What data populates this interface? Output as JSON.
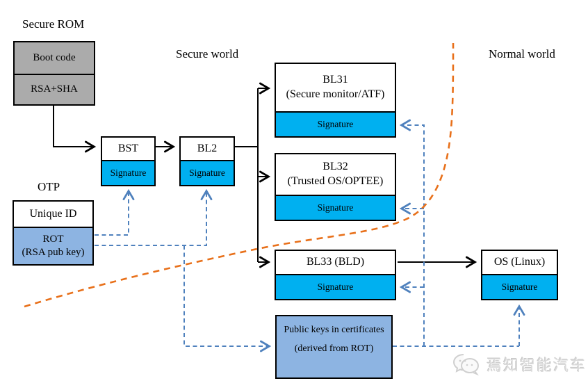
{
  "labels": {
    "secure_rom": "Secure ROM",
    "secure_world": "Secure world",
    "normal_world": "Normal world",
    "otp": "OTP"
  },
  "secure_rom_box": {
    "boot_code": "Boot code",
    "rsa_sha": "RSA+SHA"
  },
  "bst": {
    "title": "BST",
    "signature": "Signature"
  },
  "bl2": {
    "title": "BL2",
    "signature": "Signature"
  },
  "bl31": {
    "title": "BL31",
    "subtitle": "(Secure monitor/ATF)",
    "signature": "Signature"
  },
  "bl32": {
    "title": "BL32",
    "subtitle": "(Trusted OS/OPTEE)",
    "signature": "Signature"
  },
  "bl33": {
    "title": "BL33 (BLD)",
    "signature": "Signature"
  },
  "os": {
    "title": "OS (Linux)",
    "signature": "Signature"
  },
  "otp_box": {
    "unique_id": "Unique ID",
    "rot": "ROT",
    "rot_sub": "(RSA pub key)"
  },
  "public_keys_box": {
    "line1": "Public keys in certificates",
    "line2": "(derived from ROT)"
  },
  "watermark": {
    "text": "焉知智能汽车"
  },
  "colors": {
    "signature_fill": "#00b0f0",
    "light_blue_fill": "#8db4e2",
    "rom_gray_fill": "#ababab",
    "verify_arrow_blue": "#4f81bd",
    "world_boundary_orange": "#e8701a"
  }
}
